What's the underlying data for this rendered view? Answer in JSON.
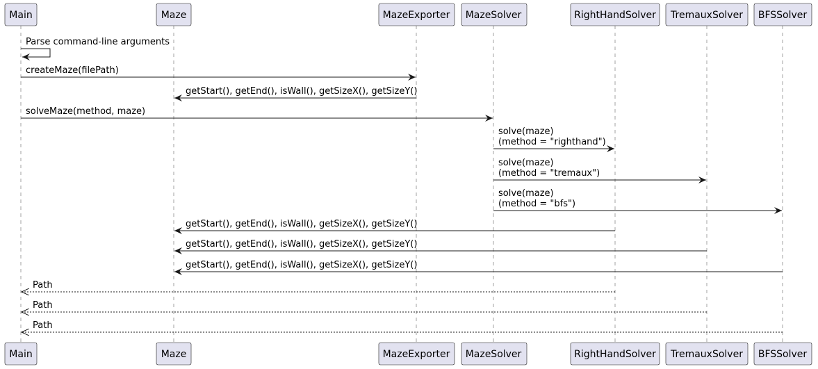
{
  "participants": [
    {
      "id": "main",
      "label": "Main"
    },
    {
      "id": "maze",
      "label": "Maze"
    },
    {
      "id": "exporter",
      "label": "MazeExporter"
    },
    {
      "id": "solver",
      "label": "MazeSolver"
    },
    {
      "id": "righthand",
      "label": "RightHandSolver"
    },
    {
      "id": "tremaux",
      "label": "TremauxSolver"
    },
    {
      "id": "bfs",
      "label": "BFSSolver"
    }
  ],
  "messages": [
    {
      "from": "main",
      "to": "main",
      "lines": [
        "Parse command-line arguments"
      ],
      "style": "solid"
    },
    {
      "from": "main",
      "to": "exporter",
      "lines": [
        "createMaze(filePath)"
      ],
      "style": "solid"
    },
    {
      "from": "exporter",
      "to": "maze",
      "lines": [
        "getStart(), getEnd(), isWall(), getSizeX(), getSizeY()"
      ],
      "style": "solid"
    },
    {
      "from": "main",
      "to": "solver",
      "lines": [
        "solveMaze(method, maze)"
      ],
      "style": "solid"
    },
    {
      "from": "solver",
      "to": "righthand",
      "lines": [
        "solve(maze)",
        "(method = \"righthand\")"
      ],
      "style": "solid"
    },
    {
      "from": "solver",
      "to": "tremaux",
      "lines": [
        "solve(maze)",
        "(method = \"tremaux\")"
      ],
      "style": "solid"
    },
    {
      "from": "solver",
      "to": "bfs",
      "lines": [
        "solve(maze)",
        "(method = \"bfs\")"
      ],
      "style": "solid"
    },
    {
      "from": "righthand",
      "to": "maze",
      "lines": [
        "getStart(), getEnd(), isWall(), getSizeX(), getSizeY()"
      ],
      "style": "solid"
    },
    {
      "from": "tremaux",
      "to": "maze",
      "lines": [
        "getStart(), getEnd(), isWall(), getSizeX(), getSizeY()"
      ],
      "style": "solid"
    },
    {
      "from": "bfs",
      "to": "maze",
      "lines": [
        "getStart(), getEnd(), isWall(), getSizeX(), getSizeY()"
      ],
      "style": "solid"
    },
    {
      "from": "righthand",
      "to": "main",
      "lines": [
        "Path"
      ],
      "style": "dashed"
    },
    {
      "from": "tremaux",
      "to": "main",
      "lines": [
        "Path"
      ],
      "style": "dashed"
    },
    {
      "from": "bfs",
      "to": "main",
      "lines": [
        "Path"
      ],
      "style": "dashed"
    }
  ]
}
